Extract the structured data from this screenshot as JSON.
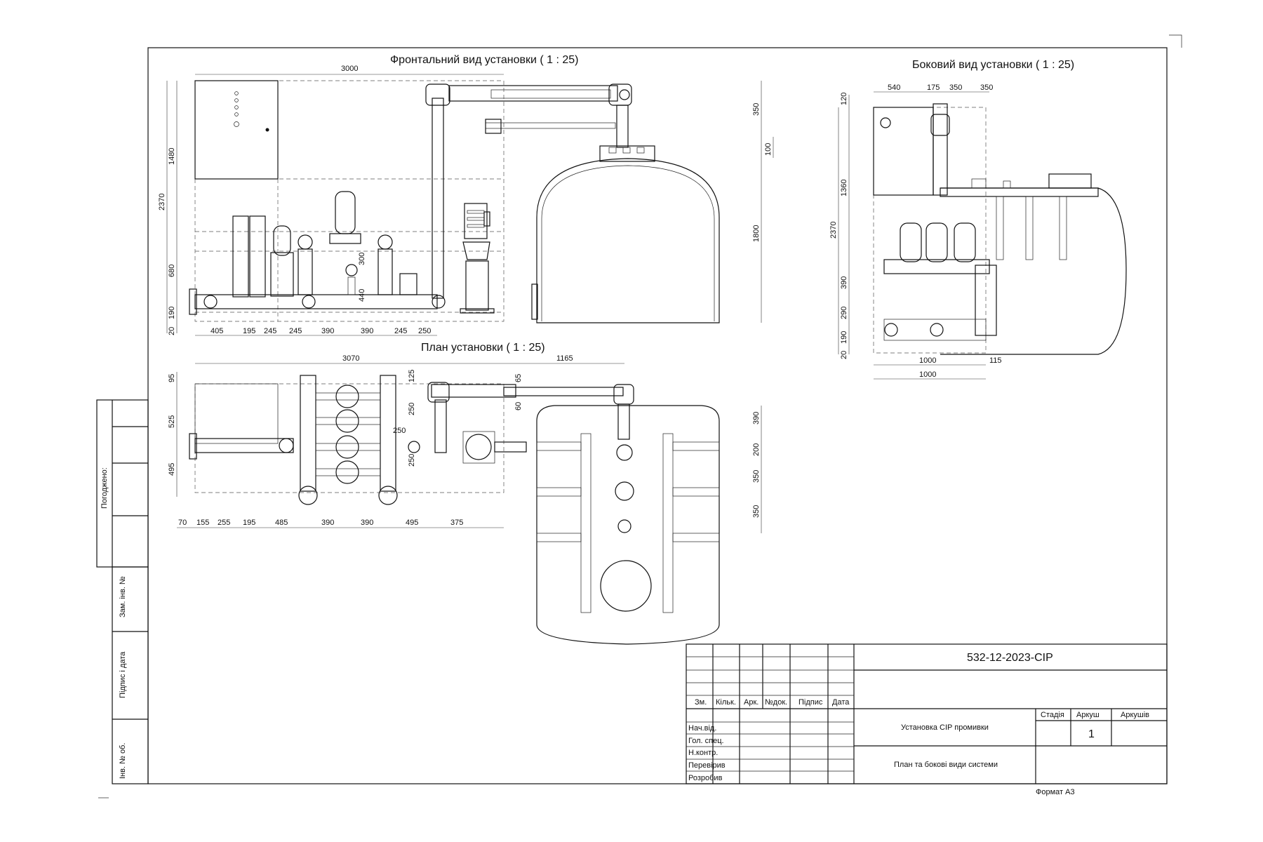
{
  "views": {
    "front_title": "Фронтальний вид установки ( 1 : 25)",
    "side_title": "Боковий вид установки ( 1 : 25)",
    "plan_title": "План установки ( 1 : 25)"
  },
  "front_dims": {
    "top": "3000",
    "left_total": "2370",
    "left_a": "1480",
    "left_b": "680",
    "left_c": "190",
    "left_d": "20",
    "right_a": "350",
    "right_b": "100",
    "right_c": "1800",
    "mid_a": "300",
    "mid_b": "440",
    "bottom": [
      "405",
      "195",
      "245",
      "245",
      "390",
      "390",
      "245",
      "250"
    ]
  },
  "side_dims": {
    "top": [
      "540",
      "175",
      "350",
      "350"
    ],
    "left_a": "120",
    "left_b": "1360",
    "left_total": "2370",
    "left_c": "390",
    "left_d": "290",
    "left_e": "190",
    "left_f": "20",
    "bottom_a": "1000",
    "bottom_b": "115",
    "bottom_c": "1000"
  },
  "plan_dims": {
    "top_a": "3070",
    "top_b": "1165",
    "left_a": "95",
    "left_b": "525",
    "left_c": "495",
    "mid_a": "125",
    "mid_b": "250",
    "mid_c": "250",
    "mid_d": "250",
    "tap_a": "65",
    "tap_b": "60",
    "right_a": "390",
    "right_b": "200",
    "right_c": "350",
    "right_d": "350",
    "bottom": [
      "70",
      "155",
      "255",
      "195",
      "485",
      "390",
      "390",
      "495",
      "375"
    ]
  },
  "left_strip": {
    "approved": "Погоджено:",
    "replaced": "Зам. інв. №",
    "sign_date": "Підпис і дата",
    "inv_no": "Інв. № об."
  },
  "title_block": {
    "code": "532-12-2023-CIP",
    "headers": [
      "Зм.",
      "Кільк.",
      "Арк.",
      "№док.",
      "Підпис",
      "Дата"
    ],
    "roles": [
      "Нач.від.",
      "Гол. спец.",
      "Н.контр.",
      "Перевірив",
      "Розробив"
    ],
    "project": "Установка CIP промивки",
    "sheet_title": "План та бокові види системи",
    "stage_label": "Стадія",
    "sheet_label": "Аркуш",
    "sheets_label": "Аркушів",
    "sheet_value": "1",
    "format": "Формат А3"
  }
}
